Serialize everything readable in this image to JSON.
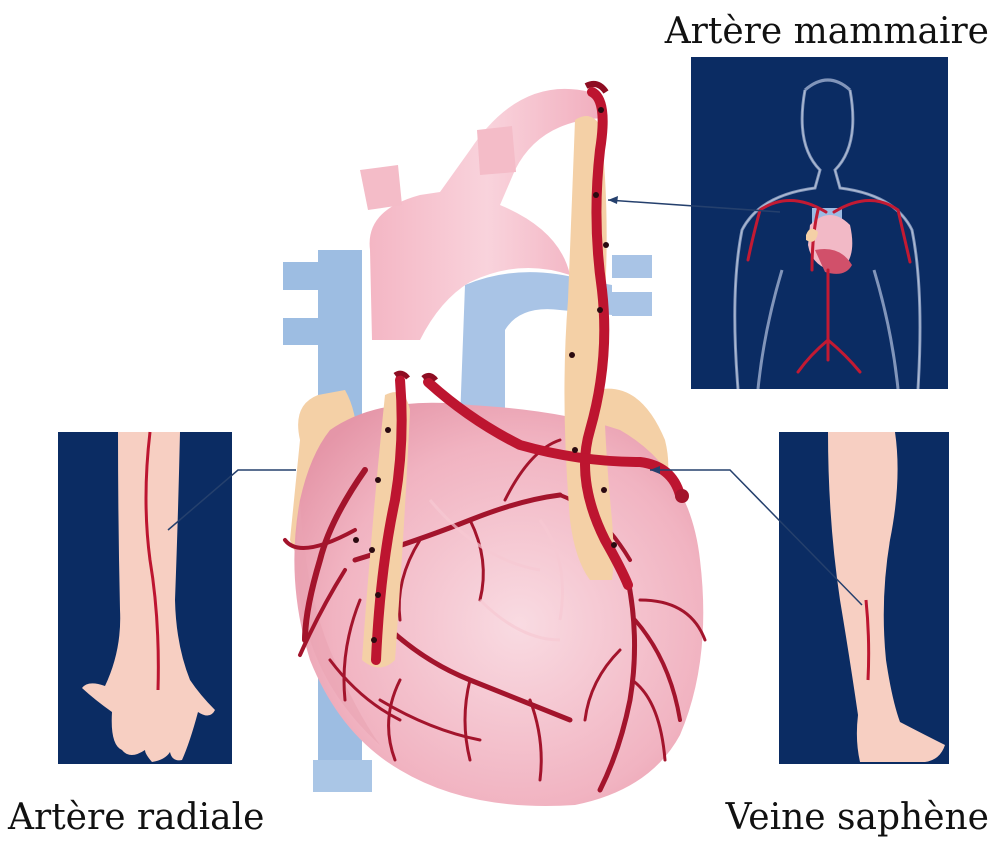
{
  "labels": {
    "mammary_artery": "Artère mammaire",
    "radial_artery": "Artère radiale",
    "saphenous_vein": "Veine saphène"
  },
  "colors": {
    "panel_background": "#0b2c63",
    "heart": "#f2b9c6",
    "aorta": "#f4bcc8",
    "vena_cava": "#9bbbe0",
    "fat": "#f6d4aa",
    "artery": "#bd1530",
    "dark_vessel": "#a3142c",
    "skin": "#f7cfc2",
    "leader_line": "#25406d"
  },
  "icons": {
    "torso_panel": "chest-arterial-anatomy-icon",
    "arm_panel": "forearm-radial-artery-icon",
    "leg_panel": "leg-saphenous-vein-icon"
  }
}
